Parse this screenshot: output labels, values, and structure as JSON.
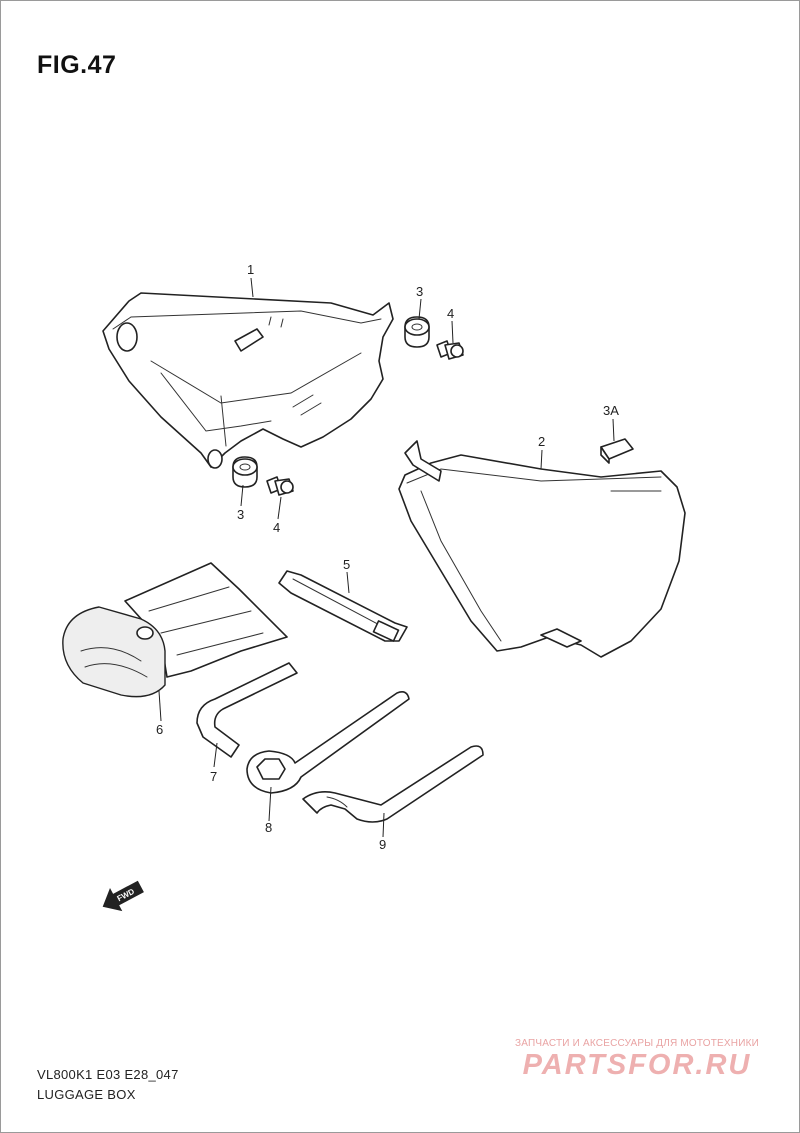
{
  "figure": {
    "title": "FIG.47"
  },
  "callouts": {
    "c1": "1",
    "c2": "2",
    "c3a": "3A",
    "c3_top": "3",
    "c4_top": "4",
    "c3_bottom": "3",
    "c4_bottom": "4",
    "c5": "5",
    "c6": "6",
    "c7": "7",
    "c8": "8",
    "c9": "9"
  },
  "fwd_label": "FWD",
  "footer": {
    "model_code": "VL800K1 E03 E28_047",
    "section_name": "LUGGAGE BOX"
  },
  "watermark": {
    "tagline": "ЗАПЧАСТИ И АКСЕССУАРЫ ДЛЯ МОТОТЕХНИКИ",
    "logo": "PARTSFOR.RU"
  },
  "colors": {
    "line": "#222222",
    "border": "#9a9a9a",
    "watermark": "#eeb0b0"
  }
}
